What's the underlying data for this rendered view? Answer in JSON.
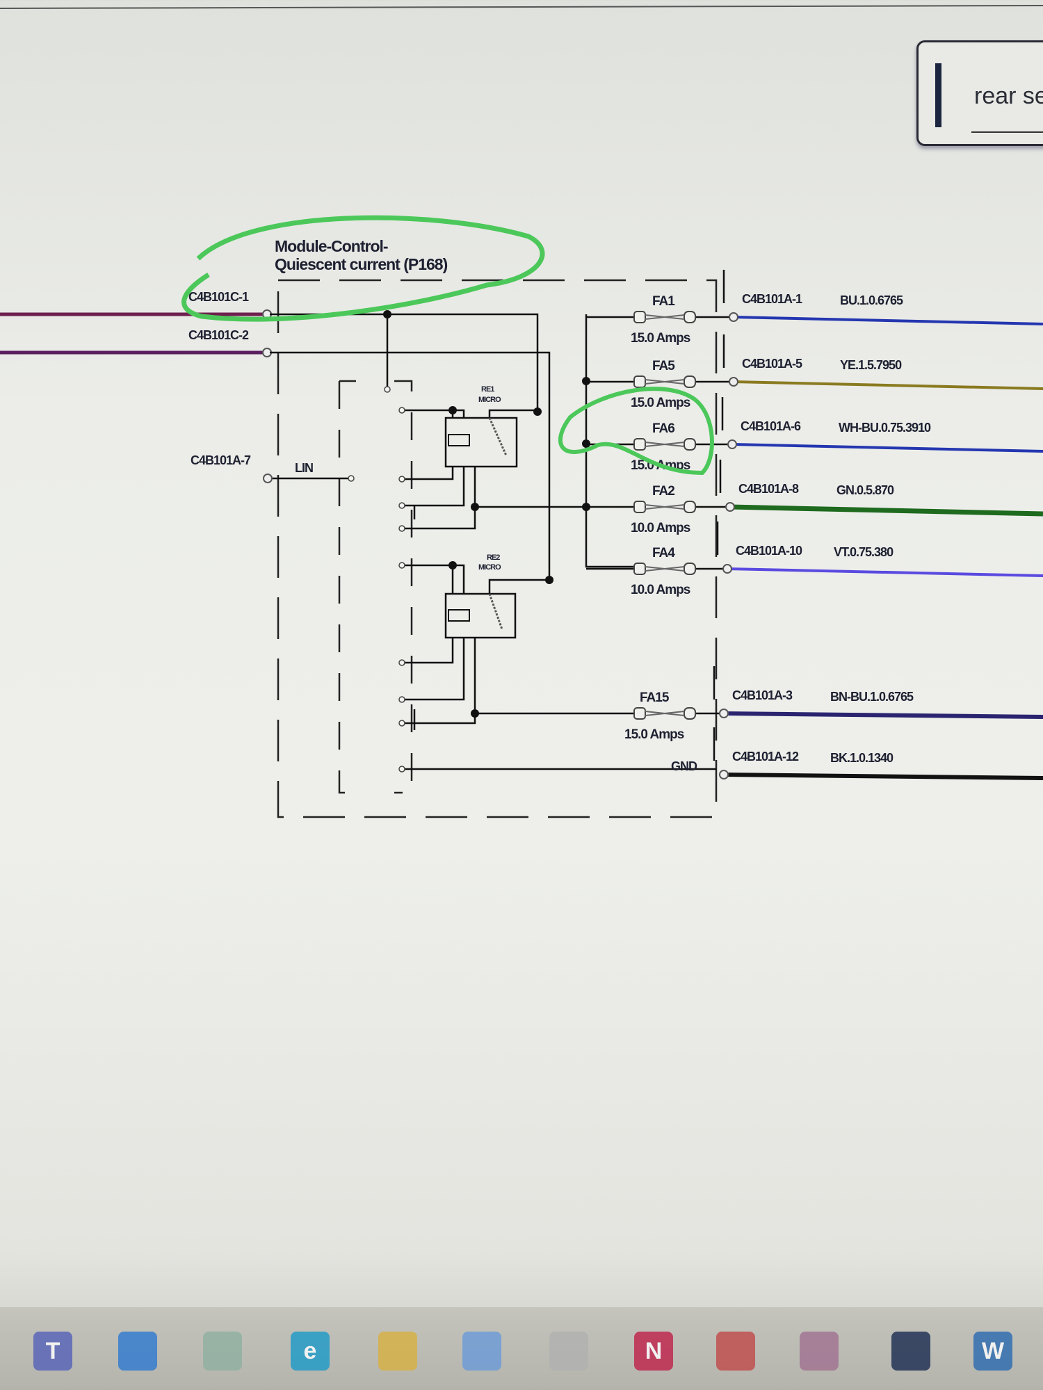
{
  "search": {
    "value": "rear se"
  },
  "module": {
    "title_line1": "Module-Control-",
    "title_line2": "Quiescent current (P168)"
  },
  "inputs": [
    {
      "connector": "C4B101C-1",
      "color": "#6e1f4e"
    },
    {
      "connector": "C4B101C-2",
      "color": "#5a1f5e"
    },
    {
      "connector": "C4B101A-7",
      "color": "#333333"
    }
  ],
  "lin_label": "LIN",
  "relays": [
    {
      "name": "RE1",
      "type": "MICRO"
    },
    {
      "name": "RE2",
      "type": "MICRO"
    }
  ],
  "outputs": [
    {
      "fuse": "FA1",
      "rating": "15.0 Amps",
      "connector": "C4B101A-1",
      "wire": "BU.1.0.6765",
      "color": "#2436b0"
    },
    {
      "fuse": "FA5",
      "rating": "15.0 Amps",
      "connector": "C4B101A-5",
      "wire": "YE.1.5.7950",
      "color": "#8a7a20"
    },
    {
      "fuse": "FA6",
      "rating": "15.0 Amps",
      "connector": "C4B101A-6",
      "wire": "WH-BU.0.75.3910",
      "color": "#2436b0"
    },
    {
      "fuse": "FA2",
      "rating": "10.0 Amps",
      "connector": "C4B101A-8",
      "wire": "GN.0.5.870",
      "color": "#1e6a1e"
    },
    {
      "fuse": "FA4",
      "rating": "10.0 Amps",
      "connector": "C4B101A-10",
      "wire": "VT.0.75.380",
      "color": "#5a4ae0"
    },
    {
      "fuse": "FA15",
      "rating": "15.0 Amps",
      "connector": "C4B101A-3",
      "wire": "BN-BU.1.0.6765",
      "color": "#2a2470"
    },
    {
      "fuse": "GND",
      "rating": "",
      "connector": "C4B101A-12",
      "wire": "BK.1.0.1340",
      "color": "#111111"
    }
  ],
  "annotation_color": "#4cc85a",
  "taskbar": [
    {
      "icon": "teams-icon",
      "glyph": "T",
      "color": "#5561b8"
    },
    {
      "icon": "store-icon",
      "glyph": "",
      "color": "#2d78d0"
    },
    {
      "icon": "photos-icon",
      "glyph": "",
      "color": "#8fb0a0"
    },
    {
      "icon": "edge-icon",
      "glyph": "e",
      "color": "#1b9ac8"
    },
    {
      "icon": "file-explorer-icon",
      "glyph": "",
      "color": "#d8b040"
    },
    {
      "icon": "calculator-icon",
      "glyph": "",
      "color": "#6a9ad8"
    },
    {
      "icon": "app-icon",
      "glyph": "",
      "color": "#b0b0b0"
    },
    {
      "icon": "netflix-icon",
      "glyph": "N",
      "color": "#c0204a"
    },
    {
      "icon": "chrome-icon",
      "glyph": "",
      "color": "#c04848"
    },
    {
      "icon": "slack-icon",
      "glyph": "",
      "color": "#a07090"
    },
    {
      "icon": "media-icon",
      "glyph": "",
      "color": "#1a2a50"
    },
    {
      "icon": "word-icon",
      "glyph": "W",
      "color": "#2a6ab0"
    }
  ]
}
